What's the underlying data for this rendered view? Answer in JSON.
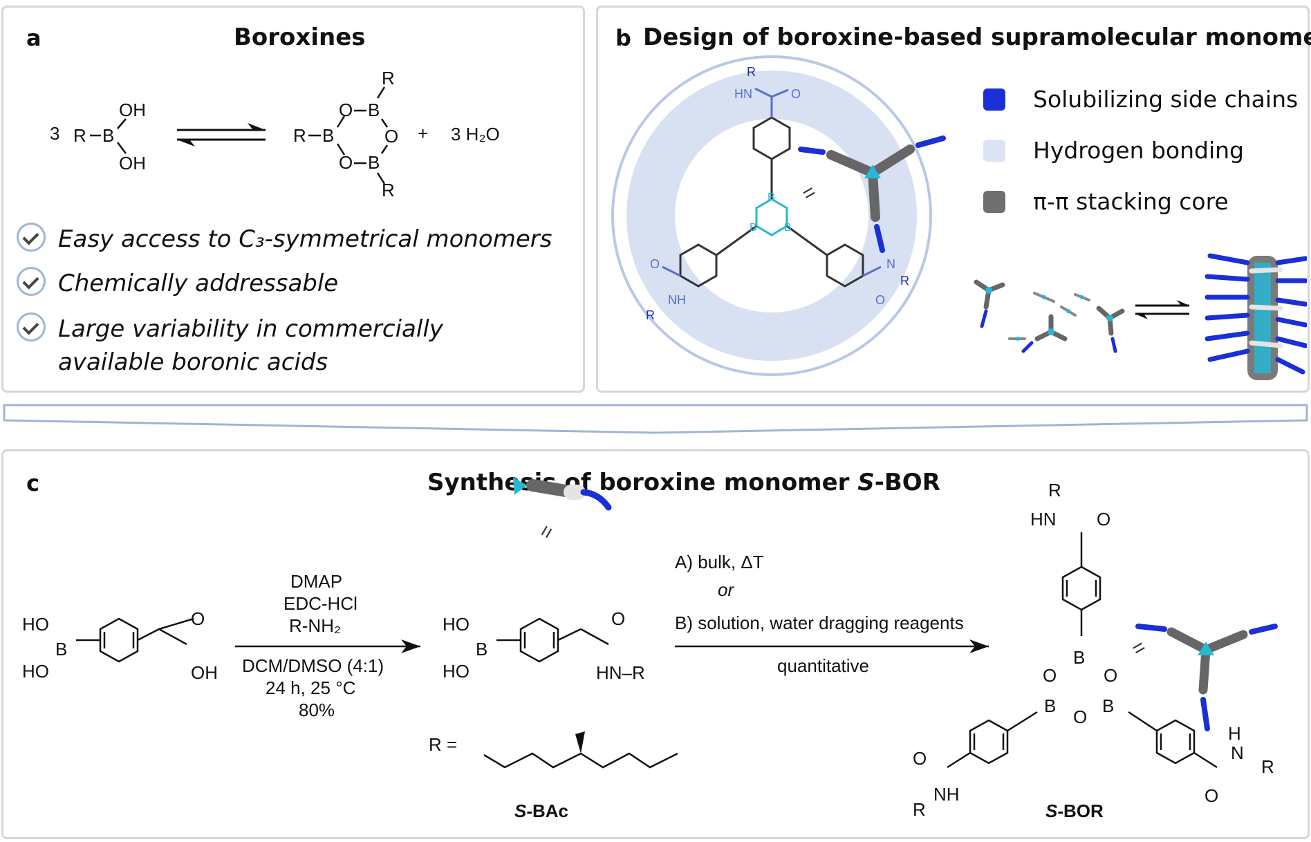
{
  "panel_a": {
    "label": "a",
    "title": "Boroxines",
    "reaction": {
      "coef": "3",
      "water": "3 H₂O",
      "plus": "+"
    },
    "bullets": [
      {
        "text": "Easy access to C₃-symmetrical monomers"
      },
      {
        "text": "Chemically addressable"
      },
      {
        "text": "Large variability in commercially available boronic acids"
      }
    ]
  },
  "panel_b": {
    "label": "b",
    "title": "Design of boroxine-based supramolecular monomer",
    "legend": [
      {
        "text": "Solubilizing side chains",
        "color": "#1a2fd6"
      },
      {
        "text": "Hydrogen bonding",
        "color": "#dbe4f4"
      },
      {
        "text": "π-π stacking core",
        "color": "#707070"
      }
    ],
    "colors": {
      "ring_outer": "#b9c8e4",
      "ring_fill": "#d8e1f2",
      "amide": "#5a6ccf",
      "boroxine": "#27b6d4"
    }
  },
  "panel_c": {
    "label": "c",
    "title_prefix": "Synthesis of boroxine monomer ",
    "title_italic": "S",
    "title_suffix": "-BOR",
    "step1": [
      "DMAP",
      "EDC-HCl",
      "R-NH₂",
      "DCM/DMSO (4:1)",
      "24 h, 25 °C",
      "80%"
    ],
    "step2": {
      "line_a": "A) bulk, ΔT",
      "line_or": "or",
      "line_b": "B) solution, water dragging reagents",
      "below": "quantitative"
    },
    "r_def": "R =",
    "compound1": {
      "italic": "S",
      "rest": "-BAc"
    },
    "compound2": {
      "italic": "S",
      "rest": "-BOR"
    }
  },
  "atoms": {
    "oh": "OH",
    "ho": "HO",
    "b": "B",
    "o": "O",
    "r": "R",
    "hn": "HN",
    "nh": "NH",
    "h": "H",
    "n": "N",
    "hnr": "HN–R"
  }
}
